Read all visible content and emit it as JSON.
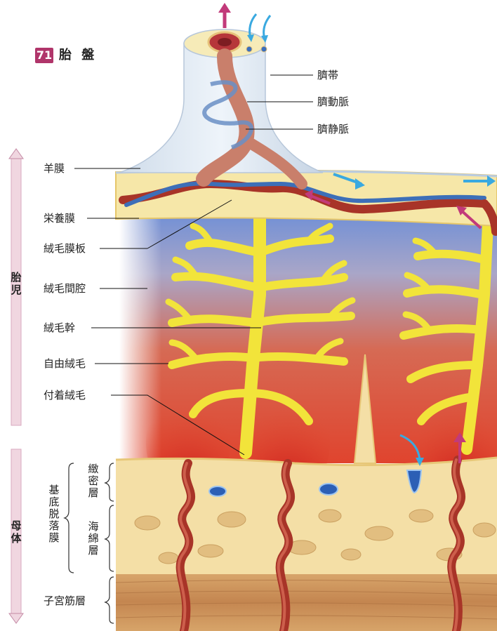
{
  "title": {
    "number": "71",
    "text": "胎 盤"
  },
  "labels": {
    "umbilical_cord": "臍帯",
    "umbilical_artery": "臍動脈",
    "umbilical_vein": "臍静脈",
    "amnion": "羊膜",
    "chorion": "栄養膜",
    "chorionic_plate": "絨毛膜板",
    "intervillous_space": "絨毛間腔",
    "villous_trunk": "絨毛幹",
    "free_villi": "自由絨毛",
    "anchoring_villi": "付着絨毛",
    "compact_layer": "緻密層",
    "spongy_layer": "海綿層",
    "decidua_basalis": "基底脱落膜",
    "myometrium": "子宮筋層",
    "fetus": "胎児",
    "mother": "母体"
  },
  "colors": {
    "accent": "#b0356a",
    "flow_arrow_blue": "#3aa9e0",
    "artery_red": "#b23a2a",
    "villi_yellow": "#f2e43a",
    "decidua_tan": "#f4dfa6",
    "muscle_brown": "#c98e55"
  }
}
